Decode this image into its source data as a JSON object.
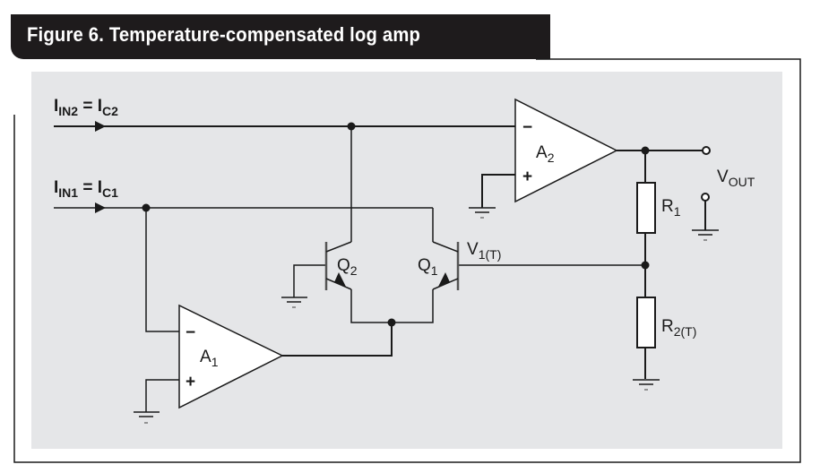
{
  "figure": {
    "title": "Figure 6. Temperature-compensated log amp"
  },
  "colors": {
    "title_bar": "#1e1b1c",
    "title_text": "#ffffff",
    "panel_background": "#e5e6e8",
    "wire": "#1a1a1a",
    "component_fill": "#ffffff"
  },
  "labels": {
    "iin2": {
      "main": "I",
      "sub1": "IN2",
      "eq": " = I",
      "sub2": "C2"
    },
    "iin1": {
      "main": "I",
      "sub1": "IN1",
      "eq": " = I",
      "sub2": "C1"
    },
    "a2": {
      "main": "A",
      "sub": "2"
    },
    "a1": {
      "main": "A",
      "sub": "1"
    },
    "q2": {
      "main": "Q",
      "sub": "2"
    },
    "q1": {
      "main": "Q",
      "sub": "1"
    },
    "v1t": {
      "main": "V",
      "sub": "1(T)"
    },
    "vout": {
      "main": "V",
      "sub": "OUT"
    },
    "r1": {
      "main": "R",
      "sub": "1"
    },
    "r2t": {
      "main": "R",
      "sub": "2(T)"
    },
    "minus": "−",
    "plus": "+"
  },
  "components": [
    {
      "id": "A1",
      "type": "op-amp",
      "inputs": [
        "inverting: IIN1 node",
        "non-inverting: ground"
      ],
      "output": "Q1/Q2 emitters"
    },
    {
      "id": "A2",
      "type": "op-amp",
      "inputs": [
        "inverting: IIN2 node",
        "non-inverting: ground"
      ],
      "output": "VOUT"
    },
    {
      "id": "Q1",
      "type": "npn-transistor",
      "base": "V1(T)",
      "collector": "IIN1"
    },
    {
      "id": "Q2",
      "type": "npn-transistor",
      "base": "ground",
      "collector": "IIN2"
    },
    {
      "id": "R1",
      "type": "resistor"
    },
    {
      "id": "R2(T)",
      "type": "resistor",
      "note": "temperature-dependent"
    }
  ]
}
